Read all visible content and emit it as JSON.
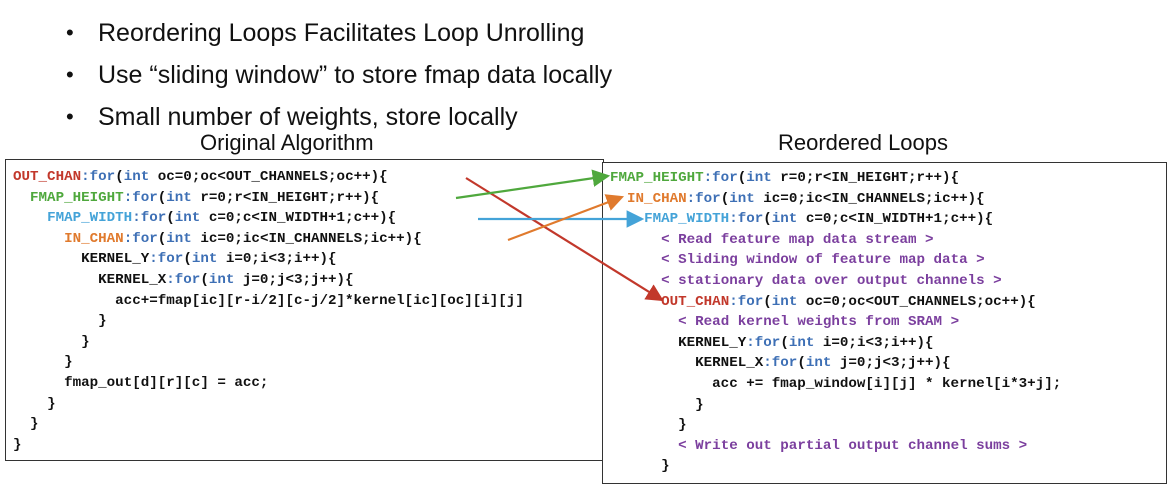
{
  "bullets": [
    "Reordering Loops Facilitates Loop Unrolling",
    "Use “sliding window” to store fmap data locally",
    "Small number of weights, store locally"
  ],
  "original": {
    "title": "Original Algorithm",
    "lines": [
      {
        "indent": 0,
        "label": "OUT_CHAN",
        "label_color": "red",
        "kw": "for",
        "rest": "(int oc=0;oc<OUT_CHANNELS;oc++){"
      },
      {
        "indent": 2,
        "label": "FMAP_HEIGHT",
        "label_color": "green",
        "kw": "for",
        "rest": "(int r=0;r<IN_HEIGHT;r++){"
      },
      {
        "indent": 4,
        "label": "FMAP_WIDTH",
        "label_color": "blue",
        "kw": "for",
        "rest": "(int c=0;c<IN_WIDTH+1;c++){"
      },
      {
        "indent": 6,
        "label": "IN_CHAN",
        "label_color": "orange",
        "kw": "for",
        "rest": "(int ic=0;ic<IN_CHANNELS;ic++){"
      },
      {
        "indent": 8,
        "label": "KERNEL_Y",
        "label_color": "black",
        "kw": "for",
        "rest": "(int i=0;i<3;i++){"
      },
      {
        "indent": 10,
        "label": "KERNEL_X",
        "label_color": "black",
        "kw": "for",
        "rest": "(int j=0;j<3;j++){"
      },
      {
        "indent": 12,
        "text": "acc+=fmap[ic][r-i/2][c-j/2]*kernel[ic][oc][i][j]"
      },
      {
        "indent": 10,
        "text": "}"
      },
      {
        "indent": 8,
        "text": "}"
      },
      {
        "indent": 6,
        "text": "}"
      },
      {
        "indent": 6,
        "text": "fmap_out[d][r][c] = acc;"
      },
      {
        "indent": 4,
        "text": "}"
      },
      {
        "indent": 2,
        "text": "}"
      },
      {
        "indent": 0,
        "text": "}"
      }
    ]
  },
  "reordered": {
    "title": "Reordered Loops",
    "lines": [
      {
        "indent": 0,
        "label": "FMAP_HEIGHT",
        "label_color": "green",
        "kw": "for",
        "rest": "(int r=0;r<IN_HEIGHT;r++){"
      },
      {
        "indent": 2,
        "label": "IN_CHAN",
        "label_color": "orange",
        "kw": "for",
        "rest": "(int ic=0;ic<IN_CHANNELS;ic++){"
      },
      {
        "indent": 4,
        "label": "FMAP_WIDTH",
        "label_color": "blue",
        "kw": "for",
        "rest": "(int c=0;c<IN_WIDTH+1;c++){"
      },
      {
        "indent": 6,
        "comment": "< Read feature map data stream >"
      },
      {
        "indent": 6,
        "comment": "< Sliding window of feature map data >"
      },
      {
        "indent": 6,
        "comment": "< stationary data over output channels >"
      },
      {
        "indent": 6,
        "label": "OUT_CHAN",
        "label_color": "red",
        "kw": "for",
        "rest": "(int oc=0;oc<OUT_CHANNELS;oc++){"
      },
      {
        "indent": 8,
        "comment": "< Read kernel weights from SRAM >"
      },
      {
        "indent": 8,
        "label": "KERNEL_Y",
        "label_color": "black",
        "kw": "for",
        "rest": "(int i=0;i<3;i++){"
      },
      {
        "indent": 10,
        "label": "KERNEL_X",
        "label_color": "black",
        "kw": "for",
        "rest": "(int j=0;j<3;j++){"
      },
      {
        "indent": 12,
        "text": "acc += fmap_window[i][j] * kernel[i*3+j];"
      },
      {
        "indent": 10,
        "text": "}"
      },
      {
        "indent": 8,
        "text": "}"
      },
      {
        "indent": 8,
        "comment": "< Write out partial output channel sums >"
      },
      {
        "indent": 6,
        "text": "}"
      }
    ]
  },
  "colors": {
    "red": "#c2382b",
    "green": "#4fa83d",
    "blue": "#44a3d8",
    "orange": "#e07a2d",
    "keyword": "#3d6fb5",
    "comment": "#7b3f9e"
  }
}
